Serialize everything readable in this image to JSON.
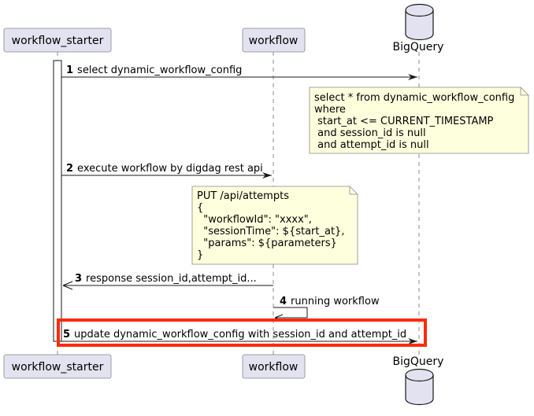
{
  "diagram": {
    "type": "sequence",
    "colors": {
      "participant_fill": "#E2E2F0",
      "participant_stroke": "#888888",
      "note_fill": "#FEFFDD",
      "note_stroke": "#888888",
      "line": "#181818",
      "highlight": "#FF2A0A"
    },
    "participants": [
      {
        "id": "starter",
        "label": "workflow_starter",
        "kind": "participant"
      },
      {
        "id": "workflow",
        "label": "workflow",
        "kind": "participant"
      },
      {
        "id": "bq",
        "label": "BigQuery",
        "kind": "database"
      }
    ],
    "messages": [
      {
        "num": "1",
        "text": "select dynamic_workflow_config",
        "from": "starter",
        "to": "bq"
      },
      {
        "num": "2",
        "text": "execute workflow by digdag rest api",
        "from": "starter",
        "to": "workflow"
      },
      {
        "num": "3",
        "text": "response session_id,attempt_id...",
        "from": "workflow",
        "to": "starter"
      },
      {
        "num": "4",
        "text": "running workflow",
        "from": "workflow",
        "to": "workflow"
      },
      {
        "num": "5",
        "text": "update dynamic_workflow_config with session_id and attempt_id",
        "from": "starter",
        "to": "bq"
      }
    ],
    "notes": [
      {
        "over": "bq",
        "lines": [
          "select * from dynamic_workflow_config",
          "where",
          " start_at <= CURRENT_TIMESTAMP",
          " and session_id is null",
          " and attempt_id is null"
        ]
      },
      {
        "over": "workflow",
        "lines": [
          "PUT /api/attempts",
          "{",
          "  \"workflowId\": \"xxxx\",",
          "  \"sessionTime\": ${start_at},",
          "  \"params\": ${parameters}",
          "}"
        ]
      }
    ],
    "highlight": {
      "message": "5"
    }
  }
}
